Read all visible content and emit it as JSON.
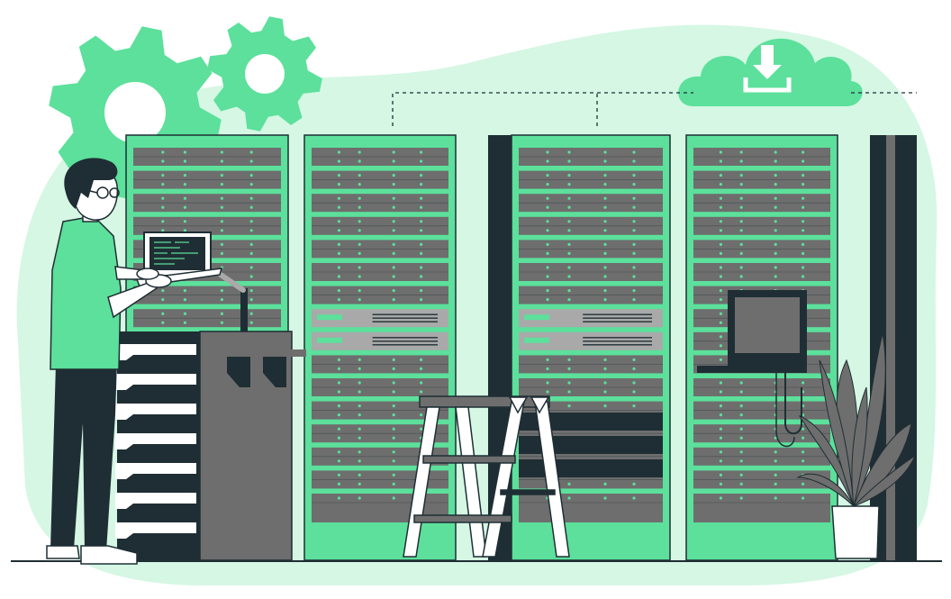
{
  "colors": {
    "accent": "#5ce09b",
    "accent_soft": "#d5f7e4",
    "dark": "#1f2e34",
    "gray": "#6e6e6e",
    "gray_light": "#a9a9a9",
    "white": "#ffffff"
  },
  "icons": [
    "gear-icon",
    "gear-icon",
    "cloud-download-icon"
  ],
  "objects": {
    "racks": 4,
    "rows_per_rack": 16,
    "drawers": 7,
    "plant_leaves": 8
  }
}
